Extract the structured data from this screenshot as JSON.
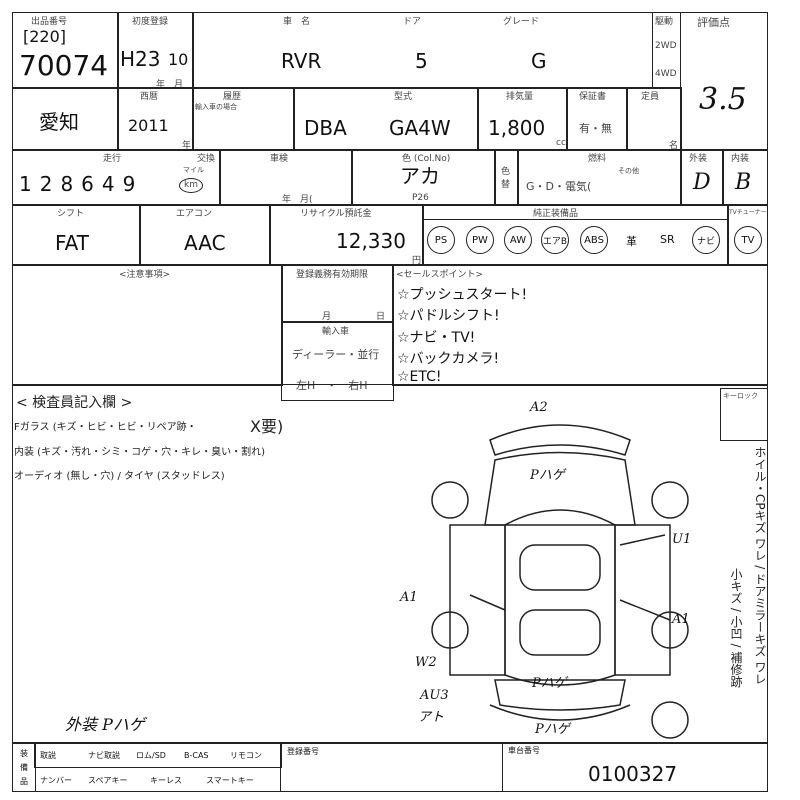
{
  "header": {
    "lot_label": "出品番号",
    "lot_prefix": "[220]",
    "lot_number": "70074",
    "first_reg_label": "初度登録",
    "first_reg": "H23",
    "first_reg_month": "10",
    "year_month_unit": "年　月",
    "car_name_label": "車　名",
    "car_name": "RVR",
    "door_label": "ドア",
    "doors": "5",
    "grade_label": "グレード",
    "grade": "G",
    "drive_label": "駆動",
    "drive_2wd": "2WD",
    "drive_4wd": "4WD",
    "score_label": "評価点",
    "score": "3.5"
  },
  "row2": {
    "pref": "愛知",
    "year_label": "西暦",
    "year": "2011",
    "year_unit": "年",
    "history_label": "履歴",
    "history_sub": "輸入車の場合",
    "model_label": "型式",
    "model_prefix": "DBA",
    "model": "GA4W",
    "displacement_label": "排気量",
    "displacement": "1,800",
    "cc": "cc",
    "warranty_label": "保証書",
    "warranty": "有・無",
    "capacity_label": "定員",
    "capacity_unit": "名"
  },
  "row3": {
    "mileage_label": "走行",
    "meter_swap": "交換",
    "mileage": "128649",
    "mile_label": "マイル",
    "km": "km",
    "inspection_label": "車検",
    "inspection_unit": "年　月(",
    "color_label": "色 (Col.No)",
    "color": "アカ",
    "color_no": "P26",
    "color_change_label": "色替",
    "fuel_label": "燃料",
    "fuel": "G・D・電気(",
    "fuel_other": "その他",
    "exterior_label": "外装",
    "exterior": "D",
    "interior_label": "内装",
    "interior": "B"
  },
  "row4": {
    "shift_label": "シフト",
    "shift": "FAT",
    "ac_label": "エアコン",
    "ac": "AAC",
    "recycle_label": "リサイクル預託金",
    "recycle": "12,330",
    "yen": "円",
    "equipment_label": "純正装備品",
    "equipment": [
      {
        "label": "PS",
        "circled": true
      },
      {
        "label": "PW",
        "circled": true
      },
      {
        "label": "AW",
        "circled": true
      },
      {
        "label": "エアB",
        "circled": true
      },
      {
        "label": "ABS",
        "circled": true
      },
      {
        "label": "革",
        "circled": false
      },
      {
        "label": "SR",
        "circled": false
      },
      {
        "label": "ナビ",
        "circled": true
      }
    ],
    "tuner_label": "TVチューナー",
    "tuner": "TV"
  },
  "row5": {
    "notes_label": "<注意事項>",
    "reg_expiry_label": "登録義務有効期限",
    "month_day": "月　　　　　日",
    "import_label": "輸入車",
    "dealer": "ディーラー・並行",
    "handle": "左H　・　右H",
    "sale_points_label": "<セールスポイント>",
    "sale_points": [
      "☆プッシュスタート!",
      "☆パドルシフト!",
      "☆ナビ・TV!",
      "☆バックカメラ!",
      "☆ETC!"
    ]
  },
  "inspector": {
    "title": "< 検査員記入欄 >",
    "glass": "Fガラス (キズ・ヒビ・ヒビ・リペア跡・",
    "glass_mark": "X要)",
    "interior": "内装 (キズ・汚れ・シミ・コゲ・穴・キレ・臭い・割れ)",
    "audio": "オーディオ (無し・穴) / タイヤ (スタッドレス)",
    "exterior_note": "外装 Pハゲ",
    "keylock": "キーロック",
    "side_text": "ホイル・CPキズ ワレ / ドアミラーキズ ワレ",
    "side_text2": "小キズ / 小凹 / 補修跡",
    "marks": {
      "a2": "A2",
      "front_p": "Pハゲ",
      "u1": "U1",
      "a1_left": "A1",
      "a1_right": "A1",
      "w2": "W2",
      "au3": "AU3",
      "atto": "アト",
      "rear_p": "Pハゲ",
      "bumper_p": "Pハゲ"
    }
  },
  "footer": {
    "equip_label": "装備品",
    "items": [
      "取説",
      "ナビ取説",
      "ロム/SD",
      "B-CAS",
      "リモコン",
      "ナンバー",
      "スペアキー",
      "キーレス",
      "スマートキー"
    ],
    "reg_no_label": "登録番号",
    "chassis_label": "車台番号",
    "chassis": "0100327"
  }
}
